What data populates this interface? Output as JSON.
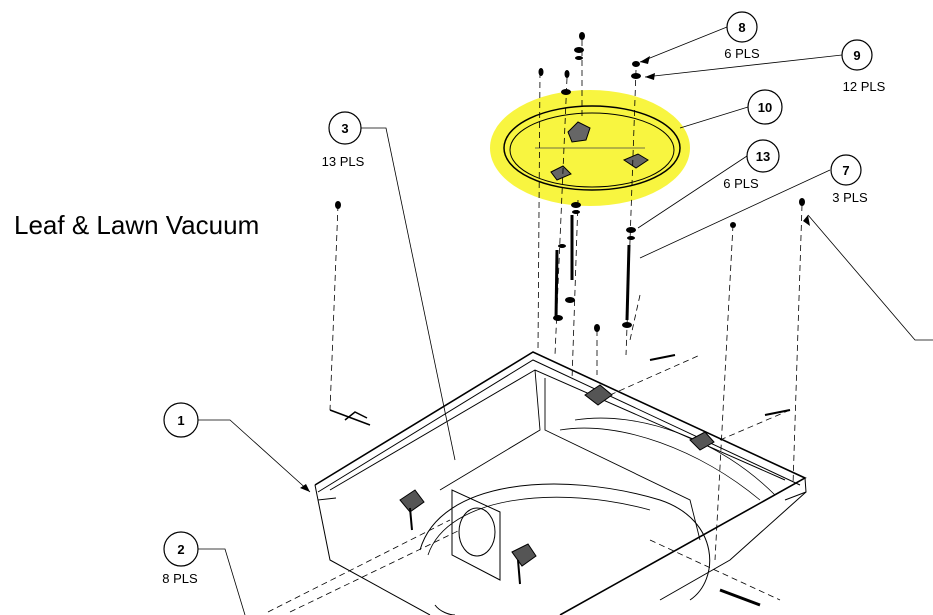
{
  "diagram": {
    "title": "Leaf & Lawn Vacuum",
    "highlight_color": "#f7f31f",
    "line_color": "#000000",
    "callouts": [
      {
        "id": "8",
        "qty": "6 PLS"
      },
      {
        "id": "9",
        "qty": "12 PLS"
      },
      {
        "id": "10",
        "qty": ""
      },
      {
        "id": "13",
        "qty": "6 PLS"
      },
      {
        "id": "7",
        "qty": "3 PLS"
      },
      {
        "id": "3",
        "qty": "13 PLS"
      },
      {
        "id": "1",
        "qty": ""
      },
      {
        "id": "2",
        "qty": "8 PLS"
      }
    ]
  }
}
